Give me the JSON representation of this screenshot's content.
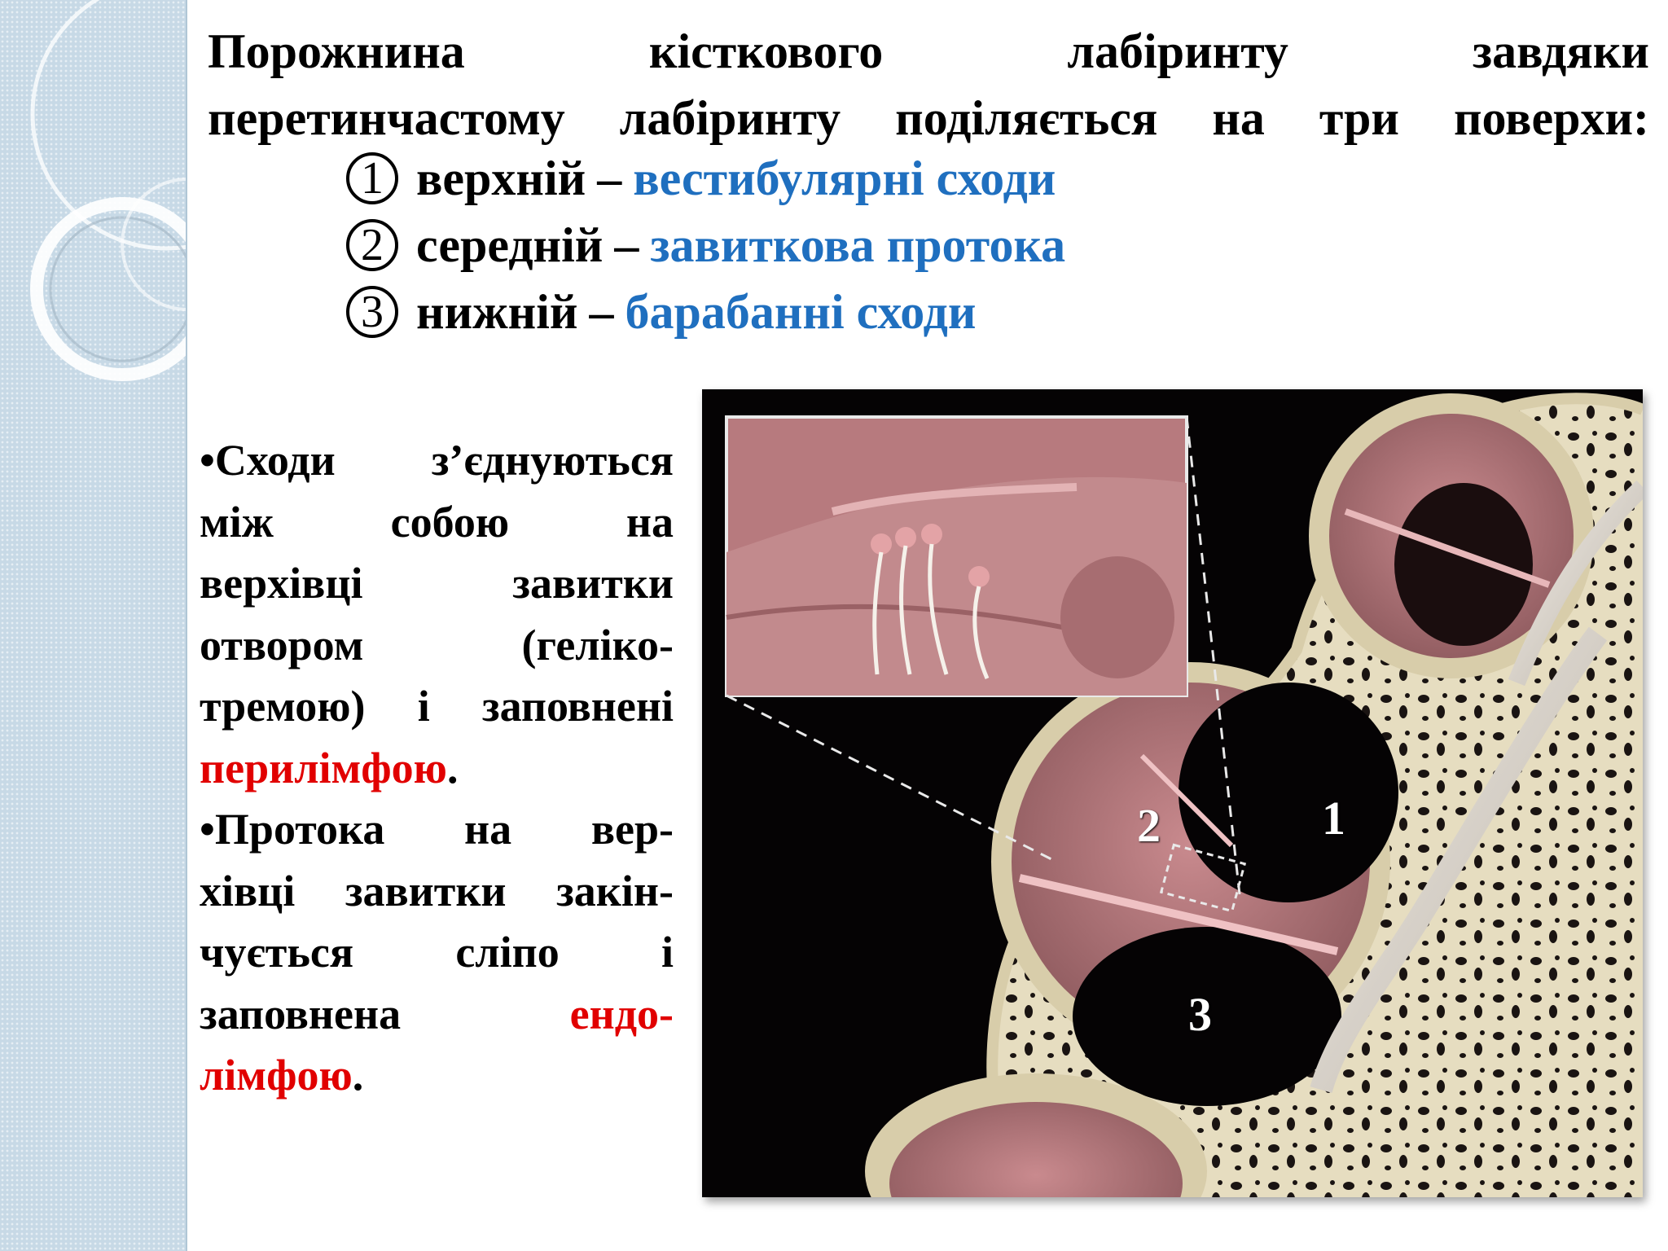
{
  "title": {
    "line1": "Порожнина кісткового лабіринту завдяки",
    "line2": "перетинчастому лабіринту поділяється на три поверхи:"
  },
  "levels": [
    {
      "number": "1",
      "name": "верхній",
      "dash": "–",
      "term": "вестибулярні сходи"
    },
    {
      "number": "2",
      "name": "середній",
      "dash": "–",
      "term": "завиткова протока"
    },
    {
      "number": "3",
      "name": "нижній",
      "dash": "–",
      "term": "барабанні сходи"
    }
  ],
  "body": {
    "p1_lines": [
      "•Сходи з’єднуються",
      "між собою на",
      "верхівці завитки",
      "отвором (геліко-",
      "тремою) і заповнені"
    ],
    "p1_red": "перилімфою",
    "p1_end": ".",
    "p2_lines": [
      "•Протока на вер-",
      "хівці завитки закін-",
      "чується сліпо і"
    ],
    "p2_line_pre": "заповнена",
    "p2_red_a": "ендо-",
    "p2_red_b": "лімфою",
    "p2_end": "."
  },
  "figure_labels": {
    "one": "1",
    "two": "2",
    "three": "3"
  },
  "colors": {
    "term_blue": "#1f6fbf",
    "accent_red": "#e10000",
    "sidebar": "#c7d9e6"
  }
}
